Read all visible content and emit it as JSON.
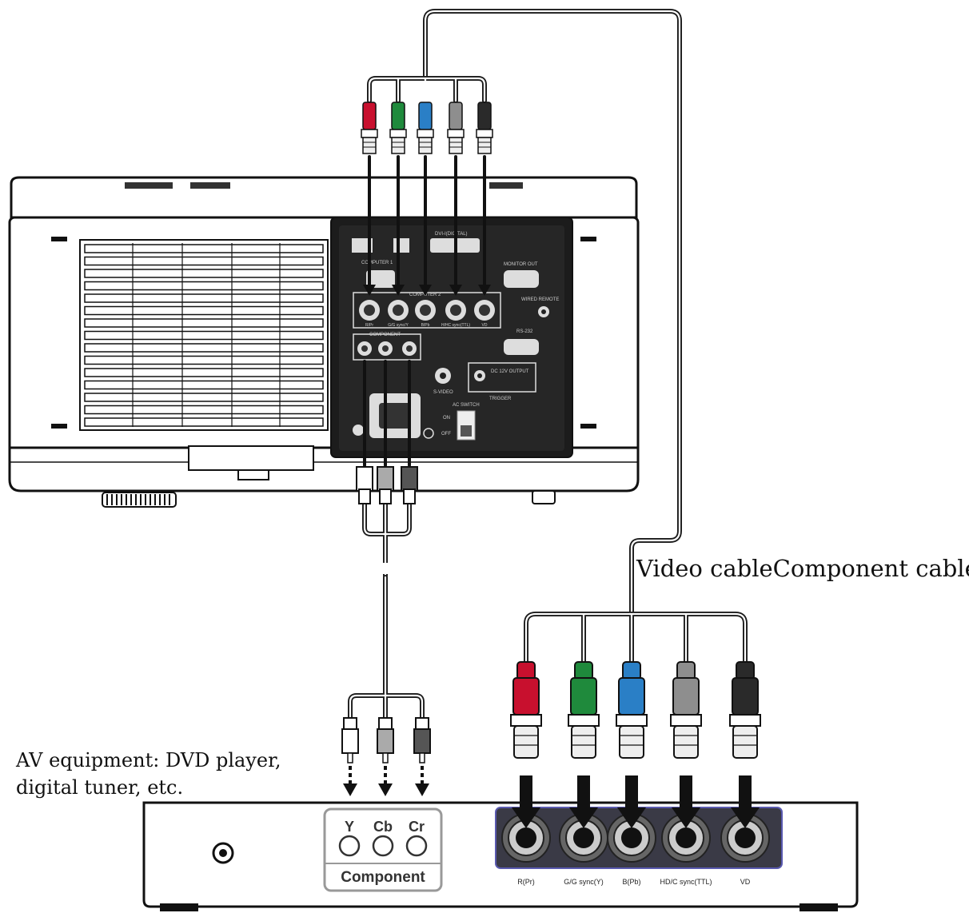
{
  "cable_label": "Video cableComponent cable",
  "av_equipment": {
    "line1": "AV equipment: DVD player,",
    "line2": "digital tuner, etc."
  },
  "dvd_component_panel": {
    "ports": [
      "Y",
      "Cb",
      "Cr"
    ],
    "title": "Component"
  },
  "dvd_bnc_ports": [
    "R(Pr)",
    "G/G sync(Y)",
    "B(Pb)",
    "HD/C sync(TTL)",
    "VD"
  ],
  "projector_panel": {
    "computer2_title": "COMPUTER 2",
    "bnc_labels": [
      "R/Pr",
      "G/G sync/Y",
      "B/Pb",
      "H/HC sync(TTL)",
      "VD"
    ],
    "component_title": "COMPONENT",
    "svideo": "S-VIDEO",
    "computer1": "COMPUTER 1",
    "dvi": "DVI-I(DIGITAL)",
    "monitor_out": "MONITOR OUT",
    "wired_remote": "WIRED REMOTE",
    "rs232": "RS-232",
    "dc_output": "DC 12V OUTPUT",
    "trigger": "TRIGGER",
    "ac_switch": "AC SWITCH",
    "on": "ON",
    "off": "OFF"
  },
  "colors": {
    "red": "#c8102e",
    "green": "#1f8a3c",
    "blue": "#2a7fc6",
    "gray": "#8e8e8e",
    "black": "#2a2a2a",
    "cable": "#111111",
    "panel_dark": "#222222",
    "port_strip": "#3a3a46"
  }
}
